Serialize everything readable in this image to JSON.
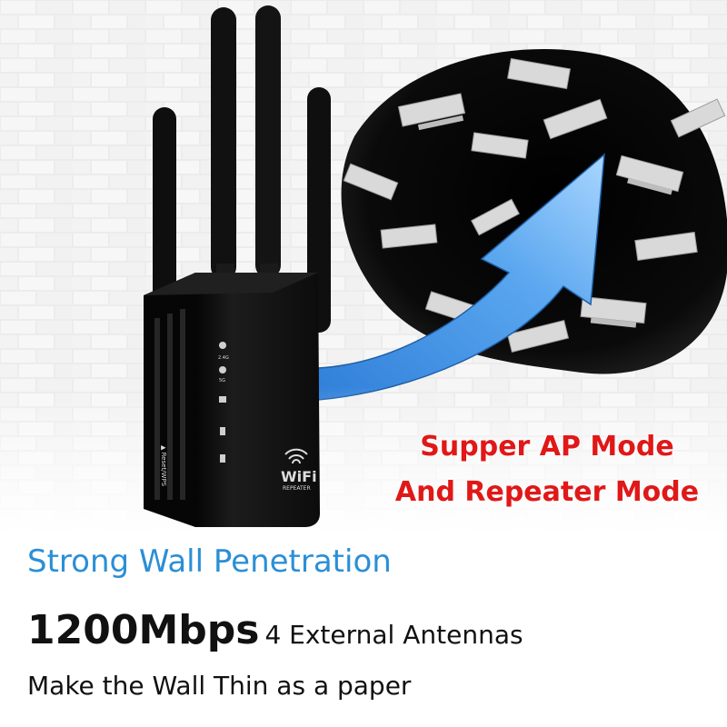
{
  "device": {
    "logo_text": "WiFi",
    "logo_subtext": "REPEATER",
    "button_label": "▲ Reset/WPS",
    "led_labels": [
      "2.4G",
      "5G"
    ]
  },
  "callout": {
    "line1": "Supper AP Mode",
    "line2": "And Repeater Mode"
  },
  "headline": "Strong Wall Penetration",
  "speed": {
    "value": "1200Mbps",
    "description": "4 External Antennas"
  },
  "tagline": "Make the Wall Thin as a paper",
  "colors": {
    "accent_blue": "#2b8fd6",
    "callout_red": "#e01818",
    "device_black": "#111111"
  }
}
